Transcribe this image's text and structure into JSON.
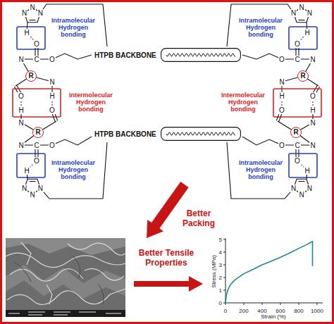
{
  "diagram": {
    "nodes": [
      {
        "text": [
          "HTPB BACKBONE"
        ]
      },
      {
        "text": [
          "R"
        ]
      },
      {
        "text": [
          "R"
        ]
      },
      {
        "text": [
          "HTPB BACKBONE"
        ]
      },
      {
        "text": [
          "R"
        ]
      },
      {
        "text": [
          "R"
        ]
      }
    ],
    "labels": [
      "N",
      "N",
      "N",
      "H",
      "O",
      "N",
      "C",
      "O",
      "Intramolecular Hydrogen bonding",
      "N",
      "N",
      "N",
      "H",
      "O",
      "N",
      "C",
      "O",
      "Intramolecular Hydrogen bonding",
      "N",
      "H",
      "O",
      "H",
      "O",
      "N",
      "Intermolecular Hydrogen bonding",
      "N",
      "H",
      "O",
      "H",
      "O",
      "N",
      "Intermolecular Hydrogen bonding",
      "N",
      "C",
      "O",
      "O",
      "H",
      "N",
      "N",
      "N",
      "Intramolecular Hydrogen bonding",
      "N",
      "C",
      "O",
      "O",
      "H",
      "N",
      "N",
      "N",
      "Intramolecular Hydrogen bonding",
      "Better Packing",
      "Better Tensile Properties",
      "Stress (MPa)",
      "Strain (%)",
      "0",
      "1",
      "2",
      "3",
      "4",
      "5",
      "0",
      "200",
      "400",
      "600",
      "800",
      "1000"
    ]
  }
}
